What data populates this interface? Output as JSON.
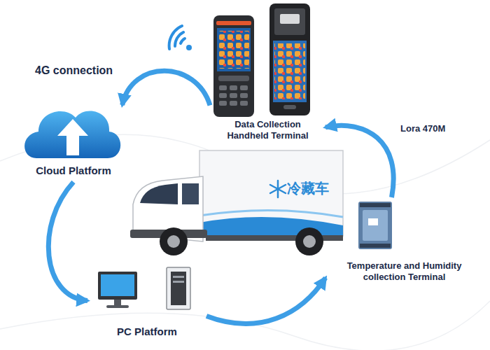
{
  "diagram": {
    "nodes": [
      {
        "text": [
          "Cloud Platform"
        ]
      },
      {
        "text": [
          "Data Collection Handheld Terminal"
        ]
      },
      {
        "text": [
          "冷藏车"
        ]
      },
      {
        "text": [
          "Temperature and Humidity collection Terminal"
        ]
      },
      {
        "text": [
          "PC Platform"
        ]
      }
    ],
    "edges": [
      {
        "from": 1,
        "to": 0,
        "arrow": "to",
        "label": "4G connection"
      },
      {
        "from": 3,
        "to": 1,
        "arrow": "to",
        "label": "Lora 470M"
      },
      {
        "from": 0,
        "to": 4,
        "arrow": "to"
      },
      {
        "from": 4,
        "to": 3,
        "arrow": "to"
      }
    ]
  }
}
